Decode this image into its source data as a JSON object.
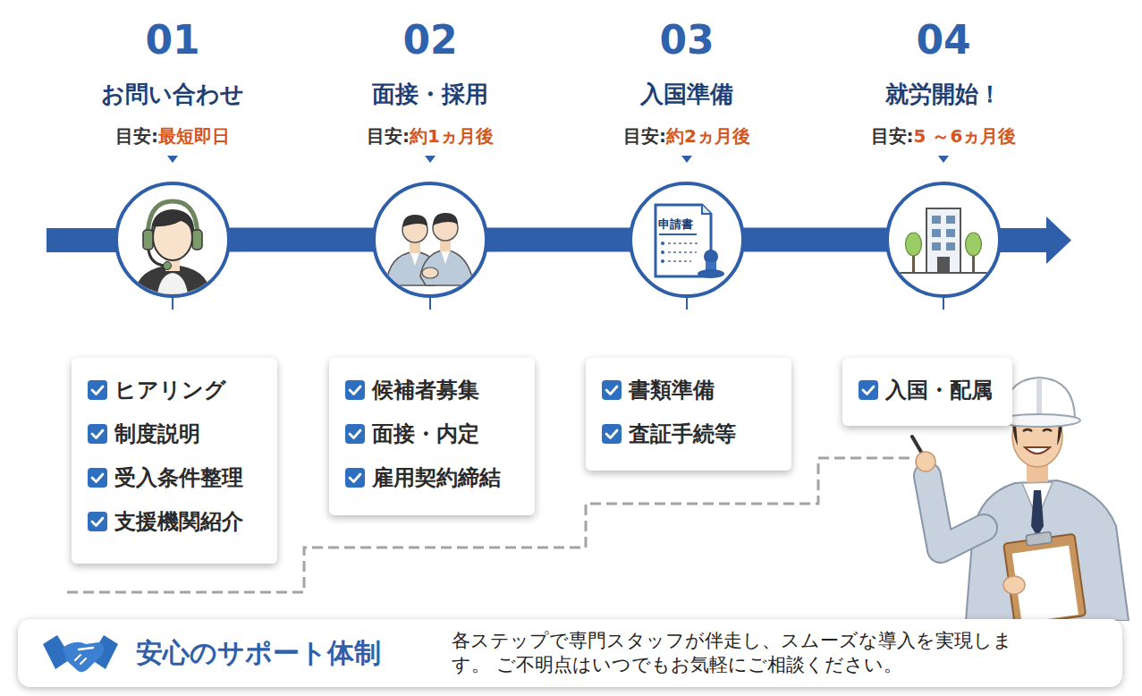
{
  "diagram": {
    "nodes": [
      {
        "text": [
          "01",
          "お問い合わせ",
          "目安:",
          "最短即日"
        ]
      },
      {
        "text": [
          "02",
          "面接・採用",
          "目安:",
          "約1ヵ月後"
        ]
      },
      {
        "text": [
          "03",
          "入国準備",
          "目安:",
          "約2ヵ月後"
        ]
      },
      {
        "text": [
          "04",
          "就労開始！",
          "目安:",
          "5 ～6ヵ月後"
        ]
      },
      {
        "text": [
          "ヒアリング",
          "制度説明",
          "受入条件整理",
          "支援機関紹介"
        ]
      },
      {
        "text": [
          "候補者募集",
          "面接・内定",
          "雇用契約締結"
        ]
      },
      {
        "text": [
          "書類準備",
          "査証手続等"
        ]
      },
      {
        "text": [
          "入国・配属"
        ]
      },
      {
        "text": [
          "安心のサポート体制",
          "各ステップで専門スタッフが伴走し、スムーズな導入を実現します。 ご不明点はいつでもお気軽にご相談ください。"
        ]
      }
    ],
    "edges": [
      {
        "from": 0,
        "to": 1,
        "arrow": "none"
      },
      {
        "from": 1,
        "to": 2,
        "arrow": "none"
      },
      {
        "from": 2,
        "to": 3,
        "arrow": "none"
      }
    ],
    "labels": [
      "申請書"
    ]
  }
}
